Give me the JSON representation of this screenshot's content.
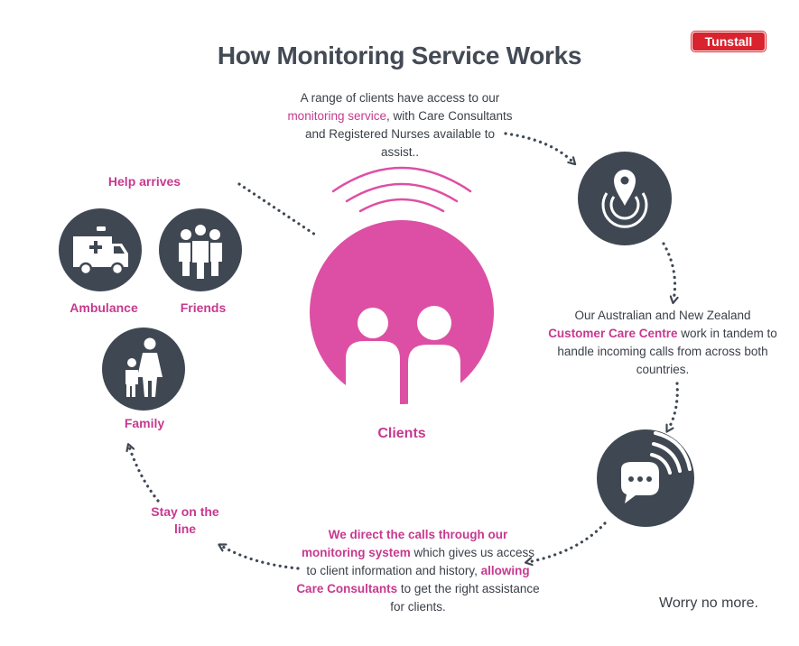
{
  "title": "How Monitoring Service Works",
  "brand": "Tunstall",
  "step1": {
    "pre": "A range of clients have access to our ",
    "highlight": "monitoring service",
    "post": ", with Care Consultants and Registered Nurses available to assist.."
  },
  "step2": {
    "pre": "Our Australian and New Zealand ",
    "highlight": "Customer Care Centre",
    "post": " work in tandem to handle incoming calls from across both countries."
  },
  "step3": {
    "highlight1": "We direct the calls through our monitoring system",
    "mid": " which gives us access to client information and history, ",
    "highlight2": "allowing Care Consultants",
    "post": " to get the right assistance for clients."
  },
  "labels": {
    "clients": "Clients",
    "help_arrives": "Help arrives",
    "ambulance": "Ambulance",
    "friends": "Friends",
    "family": "Family",
    "stay_on_line": "Stay on the line"
  },
  "tagline": "Worry no more.",
  "colors": {
    "pink": "#c7398f",
    "pink_circle": "#dd4fa4",
    "dark_circle": "#3f4852",
    "brand_red": "#d9232d"
  },
  "icons": [
    "location-pin-icon",
    "chat-signal-icon",
    "ambulance-icon",
    "friends-group-icon",
    "family-icon",
    "clients-people-icon",
    "signal-waves-icon"
  ]
}
